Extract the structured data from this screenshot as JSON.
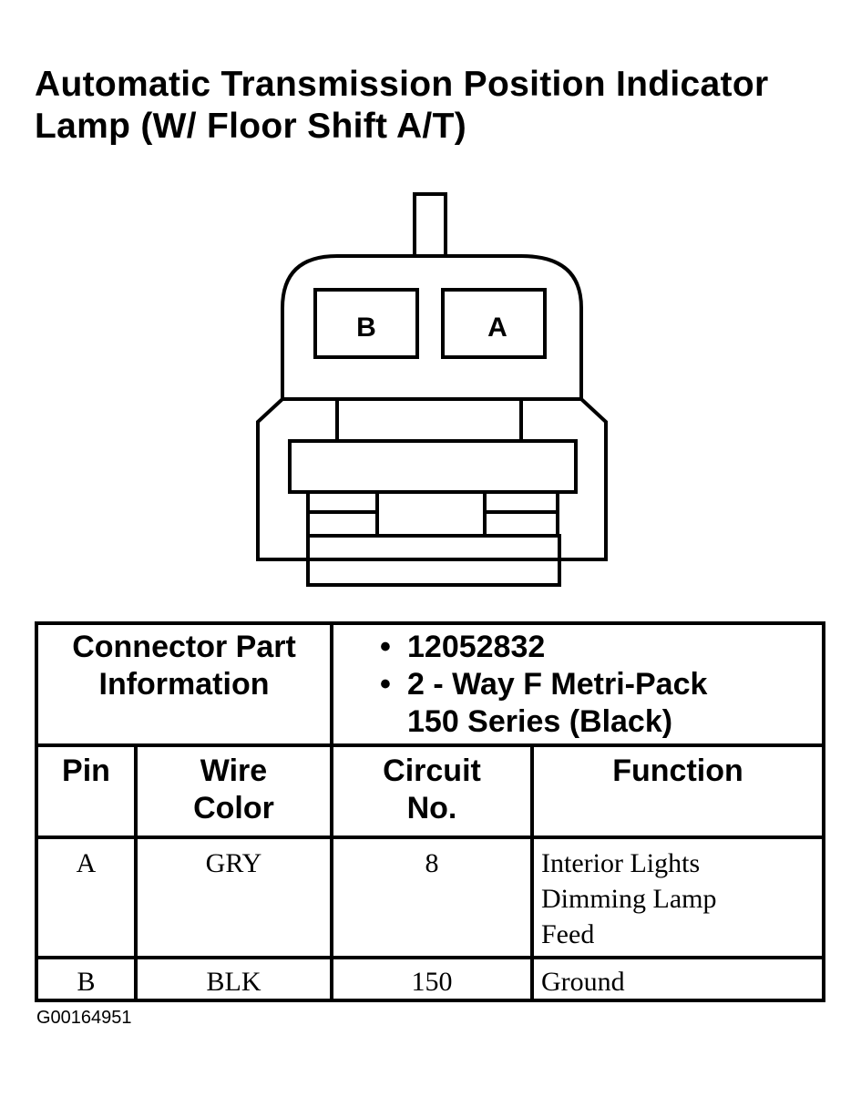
{
  "title": {
    "line1": "Automatic Transmission Position Indicator",
    "line2": "Lamp (W/ Floor Shift A/T)"
  },
  "connector": {
    "cavities": [
      "B",
      "A"
    ]
  },
  "table": {
    "info_label": [
      "Connector Part",
      "Information"
    ],
    "info_items": [
      "12052832",
      "2 - Way F Metri-Pack",
      "150 Series (Black)"
    ],
    "headers": {
      "pin": [
        "Pin"
      ],
      "wire_color": [
        "Wire",
        "Color"
      ],
      "circuit": [
        "Circuit",
        "No."
      ],
      "function": [
        "Function"
      ]
    },
    "rows": [
      {
        "pin": "A",
        "wire_color": "GRY",
        "circuit": "8",
        "function": [
          "Interior Lights",
          "Dimming Lamp",
          "Feed"
        ]
      },
      {
        "pin": "B",
        "wire_color": "BLK",
        "circuit": "150",
        "function": [
          "Ground"
        ]
      }
    ]
  },
  "figure_id": "G00164951"
}
